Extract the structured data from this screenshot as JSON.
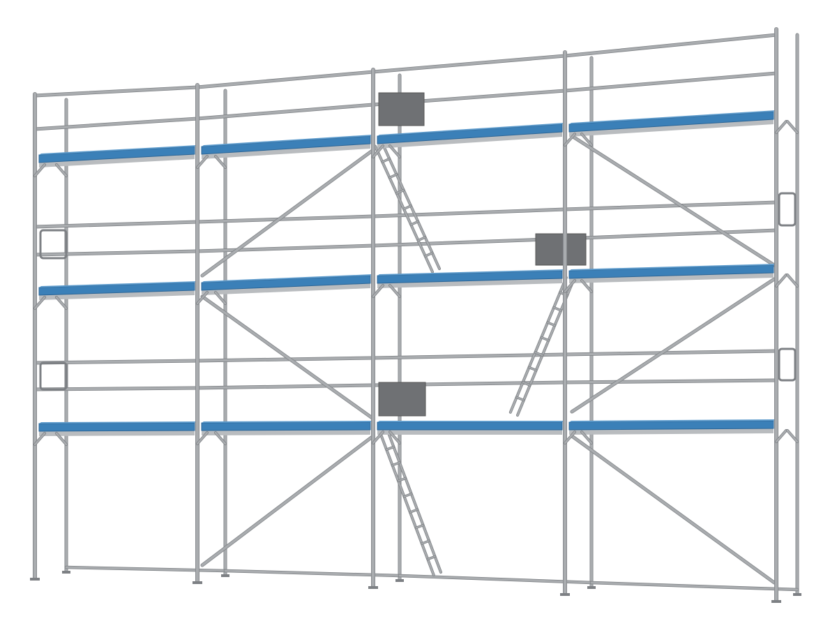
{
  "scene": {
    "subject": "scaffolding",
    "bays": 4,
    "levels": 3,
    "colors": {
      "background": "#ffffff",
      "tube": "#a9acaf",
      "tube_dark": "#7d8084",
      "deck": "#3b80b8",
      "deck_edge": "#2c6596",
      "deck_under": "#b9bcbf",
      "hatch": "#6f7174"
    }
  }
}
